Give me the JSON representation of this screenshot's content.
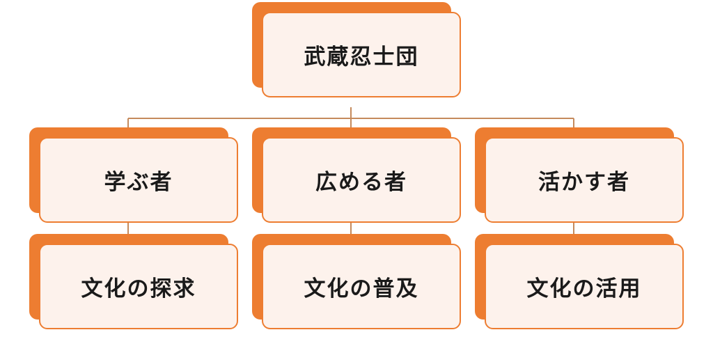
{
  "colors": {
    "accent": "#ed7d31",
    "card_fill": "#fdf2ec",
    "connector": "#c58a5c",
    "text": "#1a1a1a"
  },
  "root": {
    "label": "武蔵忍士団"
  },
  "branches": [
    {
      "label": "学ぶ者",
      "child": {
        "label": "文化の探求"
      }
    },
    {
      "label": "広める者",
      "child": {
        "label": "文化の普及"
      }
    },
    {
      "label": "活かす者",
      "child": {
        "label": "文化の活用"
      }
    }
  ]
}
